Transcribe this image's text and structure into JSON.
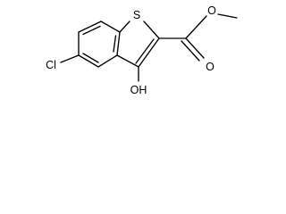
{
  "molecule": {
    "atoms": {
      "sulfur": "S",
      "chlorine": "Cl",
      "hydroxyl": "OH",
      "carbonyl_oxygen": "O",
      "ester_oxygen": "O"
    }
  }
}
